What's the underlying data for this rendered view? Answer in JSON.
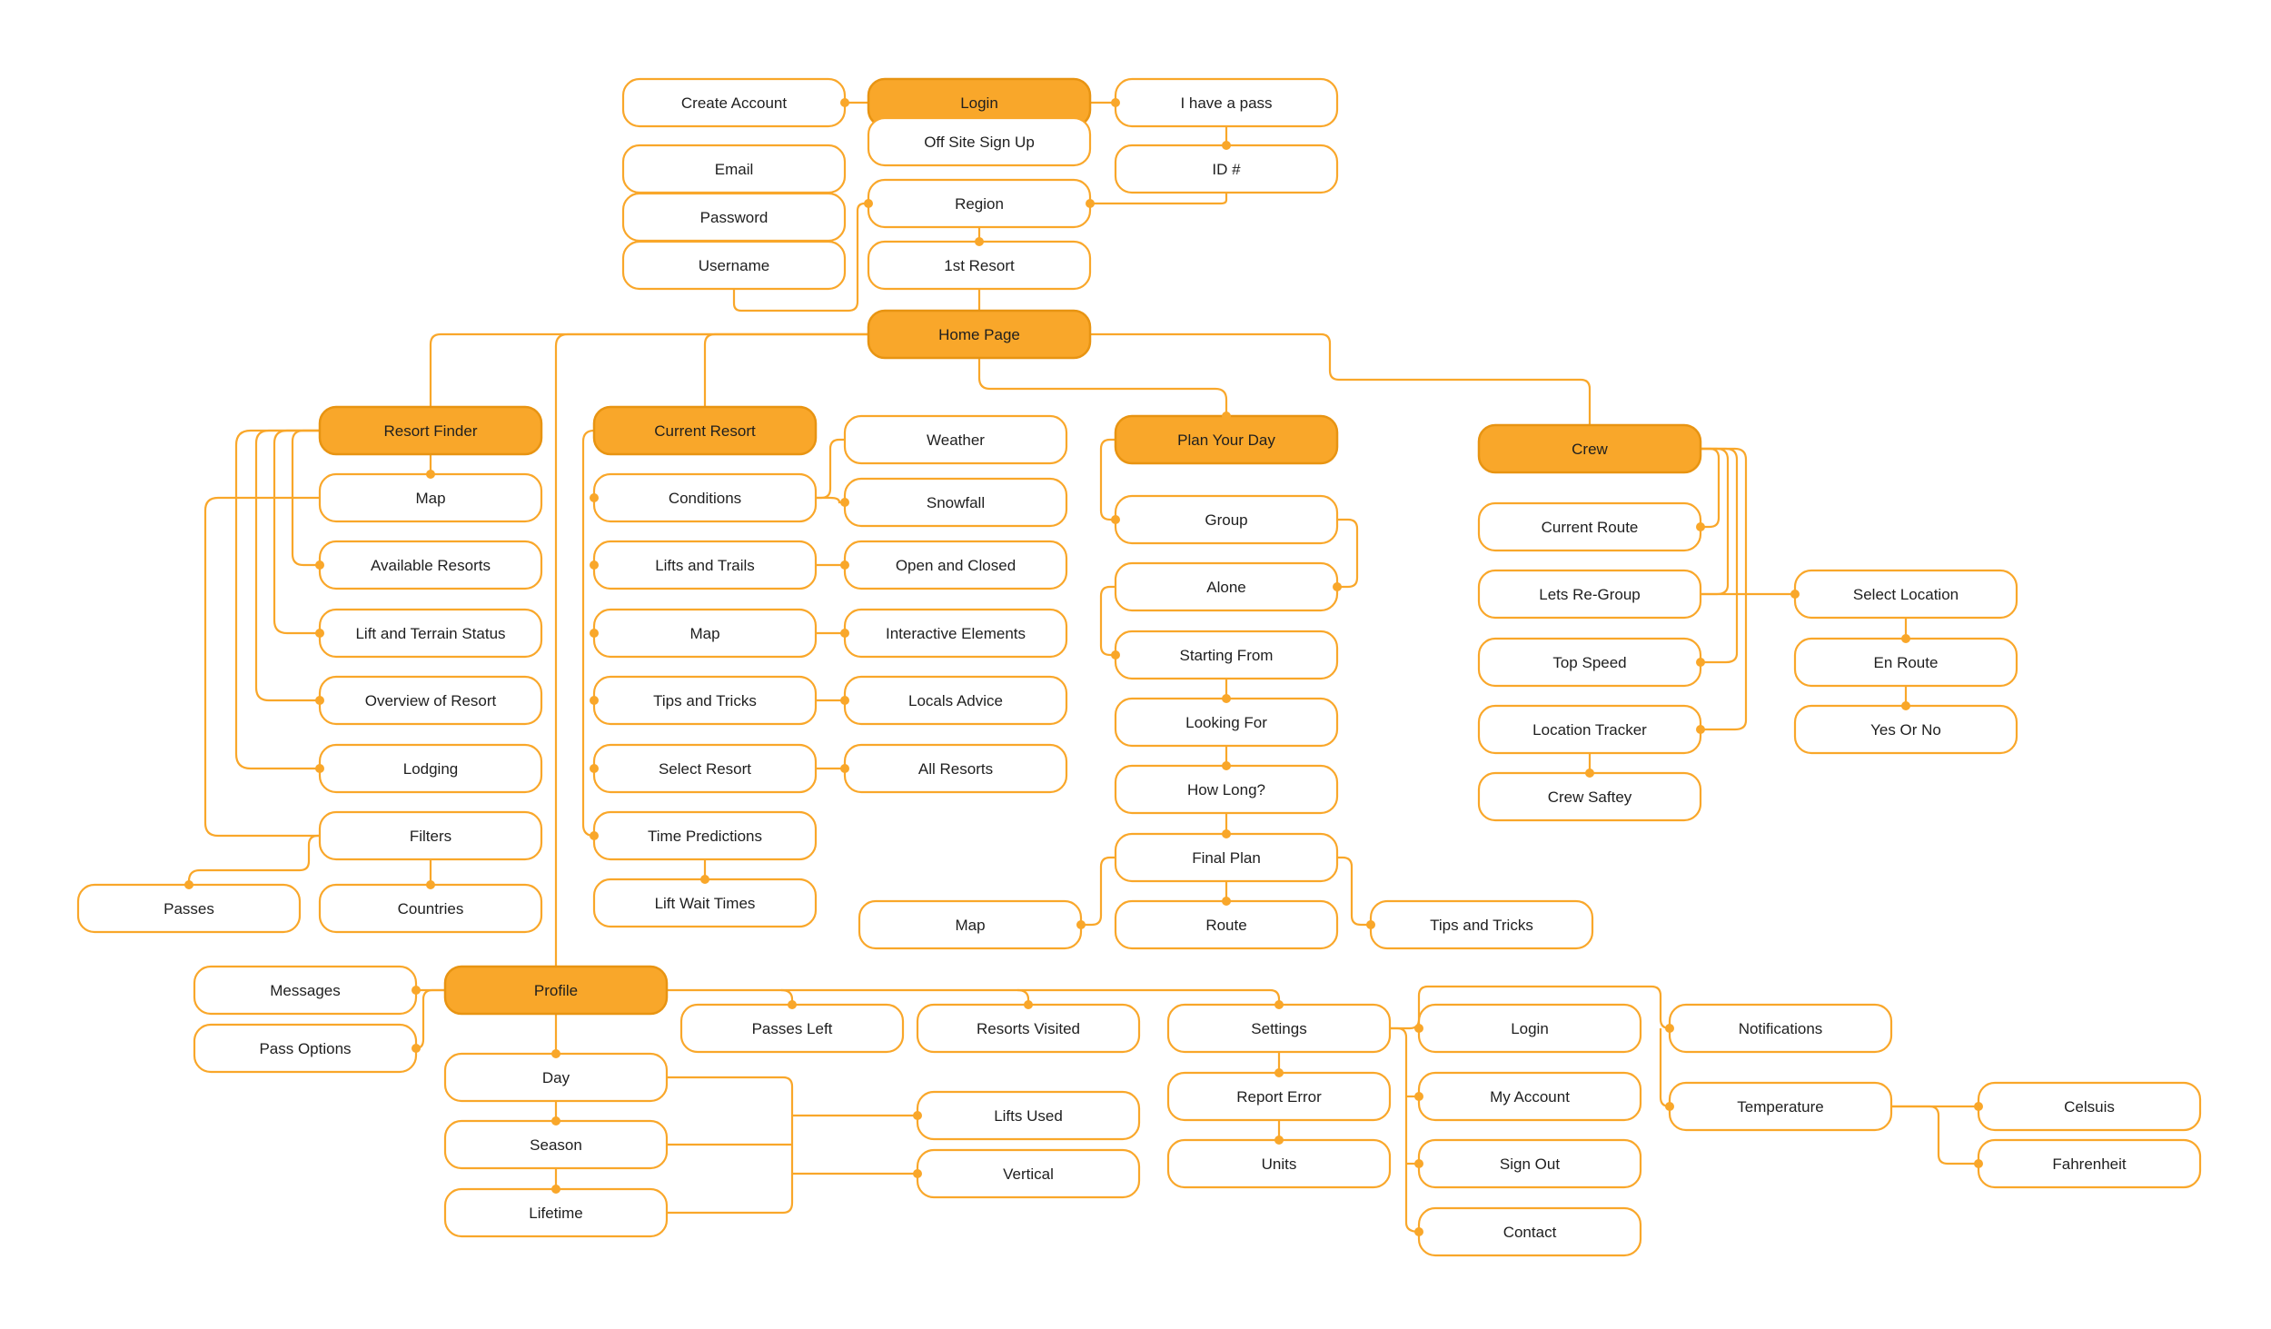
{
  "diagram": {
    "title": "",
    "colors": {
      "accent": "#F9A72A",
      "stroke": "#F9A72A",
      "primary_fill": "#F9A72A",
      "node_fill": "#FFFFFF",
      "text": "#1F1F1F"
    },
    "nodes": {
      "login": "Login",
      "create_account": "Create Account",
      "have_pass": "I have a pass",
      "off_site": "Off Site Sign Up",
      "email": "Email",
      "id": "ID #",
      "password": "Password",
      "region": "Region",
      "username": "Username",
      "first_resort": "1st Resort",
      "home": "Home Page",
      "resort_finder": "Resort Finder",
      "rf_map": "Map",
      "available_resorts": "Available Resorts",
      "lift_terrain": "Lift and Terrain Status",
      "overview": "Overview of Resort",
      "lodging": "Lodging",
      "filters": "Filters",
      "passes": "Passes",
      "countries": "Countries",
      "current_resort": "Current Resort",
      "conditions": "Conditions",
      "weather": "Weather",
      "snowfall": "Snowfall",
      "lifts_trails": "Lifts and Trails",
      "open_closed": "Open and Closed",
      "cr_map": "Map",
      "interactive": "Interactive Elements",
      "tips_tricks": "Tips and Tricks",
      "locals_advice": "Locals Advice",
      "select_resort": "Select Resort",
      "all_resorts": "All Resorts",
      "time_predictions": "Time Predictions",
      "lift_wait": "Lift Wait Times",
      "plan_day": "Plan Your Day",
      "group": "Group",
      "alone": "Alone",
      "starting_from": "Starting From",
      "looking_for": "Looking For",
      "how_long": "How Long?",
      "final_plan": "Final Plan",
      "pd_map": "Map",
      "route": "Route",
      "pd_tips": "Tips and Tricks",
      "crew": "Crew",
      "current_route": "Current Route",
      "lets_regroup": "Lets Re-Group",
      "select_location": "Select Location",
      "top_speed": "Top Speed",
      "en_route": "En Route",
      "location_tracker": "Location Tracker",
      "yes_no": "Yes Or No",
      "crew_safety": "Crew Saftey",
      "profile": "Profile",
      "messages": "Messages",
      "pass_options": "Pass Options",
      "passes_left": "Passes Left",
      "resorts_visited": "Resorts Visited",
      "settings": "Settings",
      "set_login": "Login",
      "notifications": "Notifications",
      "day": "Day",
      "season": "Season",
      "lifetime": "Lifetime",
      "lifts_used": "Lifts Used",
      "vertical": "Vertical",
      "report_error": "Report Error",
      "units": "Units",
      "my_account": "My Account",
      "sign_out": "Sign Out",
      "contact": "Contact",
      "temperature": "Temperature",
      "celsius": "Celsuis",
      "fahrenheit": "Fahrenheit"
    }
  }
}
